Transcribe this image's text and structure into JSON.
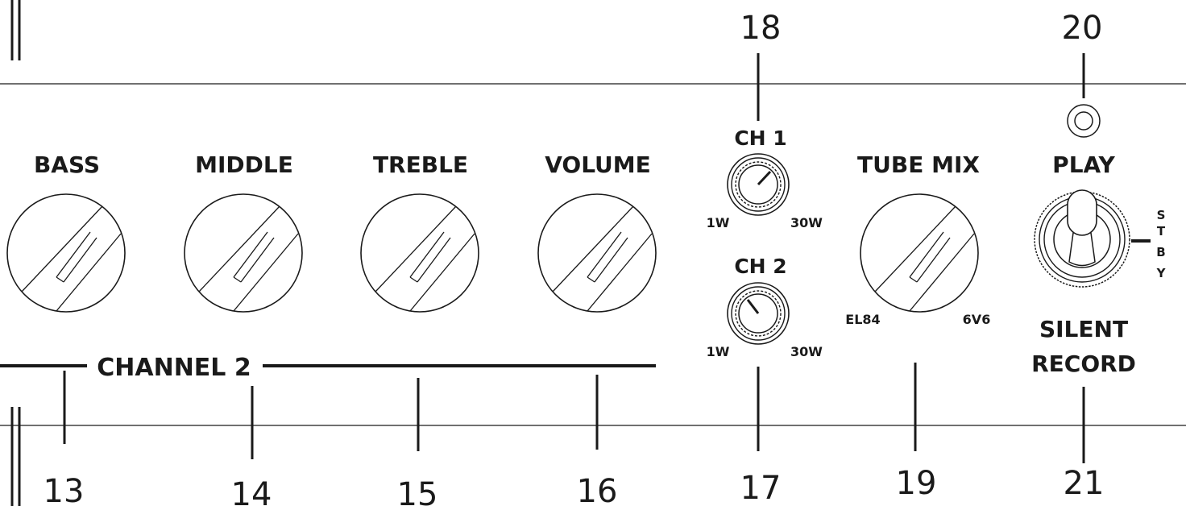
{
  "callouts": {
    "n13": "13",
    "n14": "14",
    "n15": "15",
    "n16": "16",
    "n17": "17",
    "n18": "18",
    "n19": "19",
    "n20": "20",
    "n21": "21"
  },
  "knobs": {
    "bass": "BASS",
    "middle": "MIDDLE",
    "treble": "TREBLE",
    "volume": "VOLUME",
    "tube_mix": "TUBE MIX",
    "tube_mix_left": "EL84",
    "tube_mix_right": "6V6"
  },
  "channel_label": "CHANNEL 2",
  "power": {
    "ch1": "CH 1",
    "ch2": "CH 2",
    "ch1_min": "1W",
    "ch1_max": "30W",
    "ch2_min": "1W",
    "ch2_max": "30W"
  },
  "switch": {
    "play": "PLAY",
    "stby": [
      "S",
      "T",
      "B",
      "Y"
    ],
    "silent": "SILENT",
    "record": "RECORD"
  },
  "colors": {
    "ink": "#1a1a1a",
    "background": "#ffffff"
  }
}
